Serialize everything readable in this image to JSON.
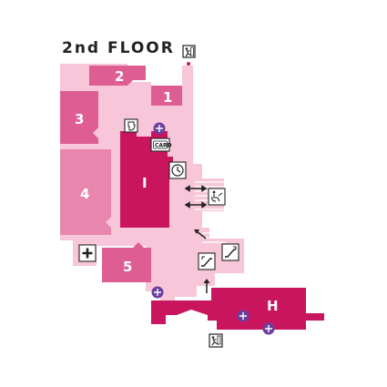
{
  "floor": {
    "title": "2nd FLOOR"
  },
  "colors": {
    "corridor": "#f7c6d9",
    "room_light": "#e986ad",
    "room_mid": "#de5e94",
    "room_dark": "#c8155e",
    "icon_ink": "#222222",
    "wifi_purple": "#6a3fa0"
  },
  "rooms": [
    {
      "id": "room-1",
      "label": "1"
    },
    {
      "id": "room-2",
      "label": "2"
    },
    {
      "id": "room-3",
      "label": "3"
    },
    {
      "id": "room-4",
      "label": "4"
    },
    {
      "id": "room-5",
      "label": "5"
    },
    {
      "id": "room-I",
      "label": "I"
    },
    {
      "id": "room-H",
      "label": "H"
    }
  ],
  "icons": {
    "exit": "emergency-exit-icon",
    "atm": "atm-card-icon",
    "atm_label": "CARD",
    "clock": "clock-icon",
    "toilet": "toilet-icon",
    "first_aid": "first-aid-icon",
    "escalator": "escalator-icon",
    "accessible": "accessible-ramp-icon",
    "wifi": "wifi-hotspot-icon",
    "arrow": "direction-arrow-icon"
  }
}
